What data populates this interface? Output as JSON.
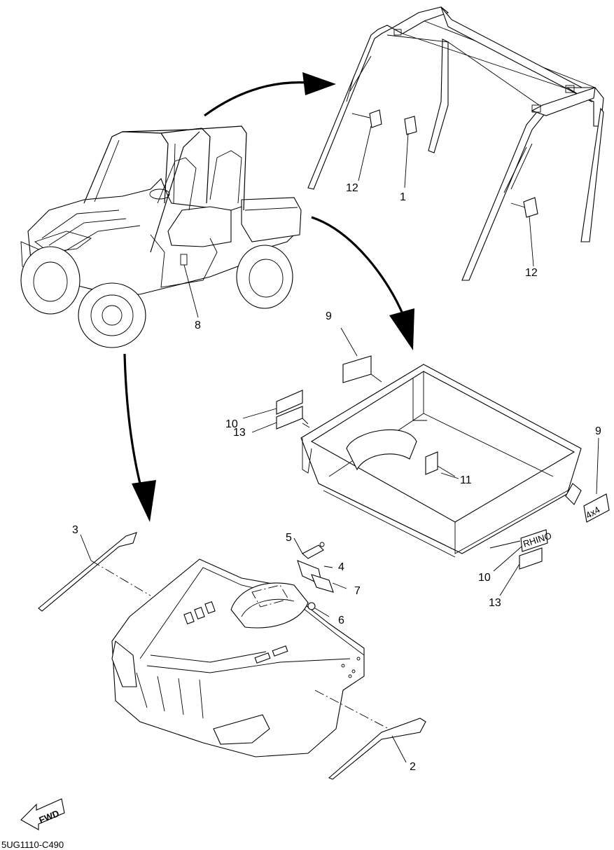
{
  "callouts": {
    "c1": "1",
    "c2": "2",
    "c3": "3",
    "c4": "4",
    "c5": "5",
    "c6": "6",
    "c7": "7",
    "c8": "8",
    "c9a": "9",
    "c9b": "9",
    "c10a": "10",
    "c10b": "10",
    "c11": "11",
    "c12a": "12",
    "c12b": "12",
    "c13a": "13",
    "c13b": "13"
  },
  "fwd_label": "FWD",
  "decal_4x4": "4x4",
  "decal_rhino": "RHINO",
  "diagram_code": "5UG1110-C490"
}
